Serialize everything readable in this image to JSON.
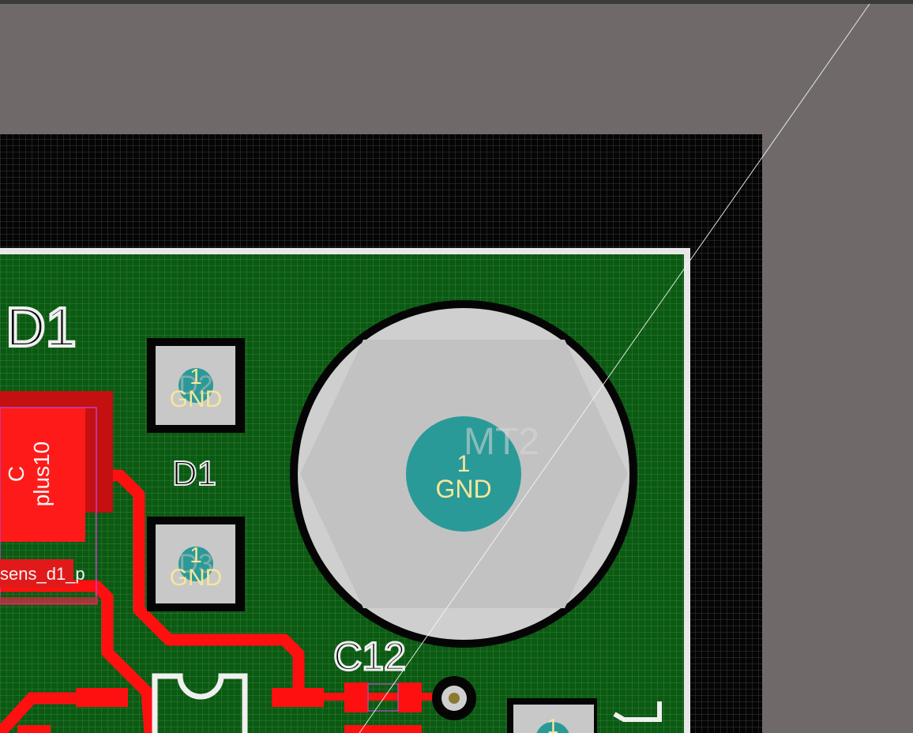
{
  "app": "PCB Layout Editor",
  "colors": {
    "workspace": "#6f6a69",
    "board_background": "#050505",
    "copper_fill": "#0a5a12",
    "board_outline": "#e8e8e8",
    "grid_line": "#4f4f4f",
    "copper_trace": "#ff1010",
    "pad_smd": "#c8c8c8",
    "pad_through_hole": "#2a9a98",
    "silkscreen": "#f0f0f0",
    "pad_label": "#f5e79a",
    "net_label_bg": "#ff1a1a",
    "mounting_hole": "#cfcfcf"
  },
  "labels": {
    "ref_d1_large": "D1",
    "ref_d1_small": "D1",
    "ref_c12": "C12",
    "ref_mt2": "MT2",
    "ref_d2": "D2",
    "ref_d3": "D3",
    "pad_d_top_number": "1",
    "pad_d_top_net": "GND",
    "pad_d_bottom_number": "1",
    "pad_d_bottom_net": "GND",
    "pad_mt2_number": "1",
    "pad_mt2_net": "GND",
    "pad_br_number": "1",
    "net_plus10": "plus10",
    "net_c": "C",
    "net_sens": "sens_d1_p",
    "pin1_marker": "1"
  }
}
